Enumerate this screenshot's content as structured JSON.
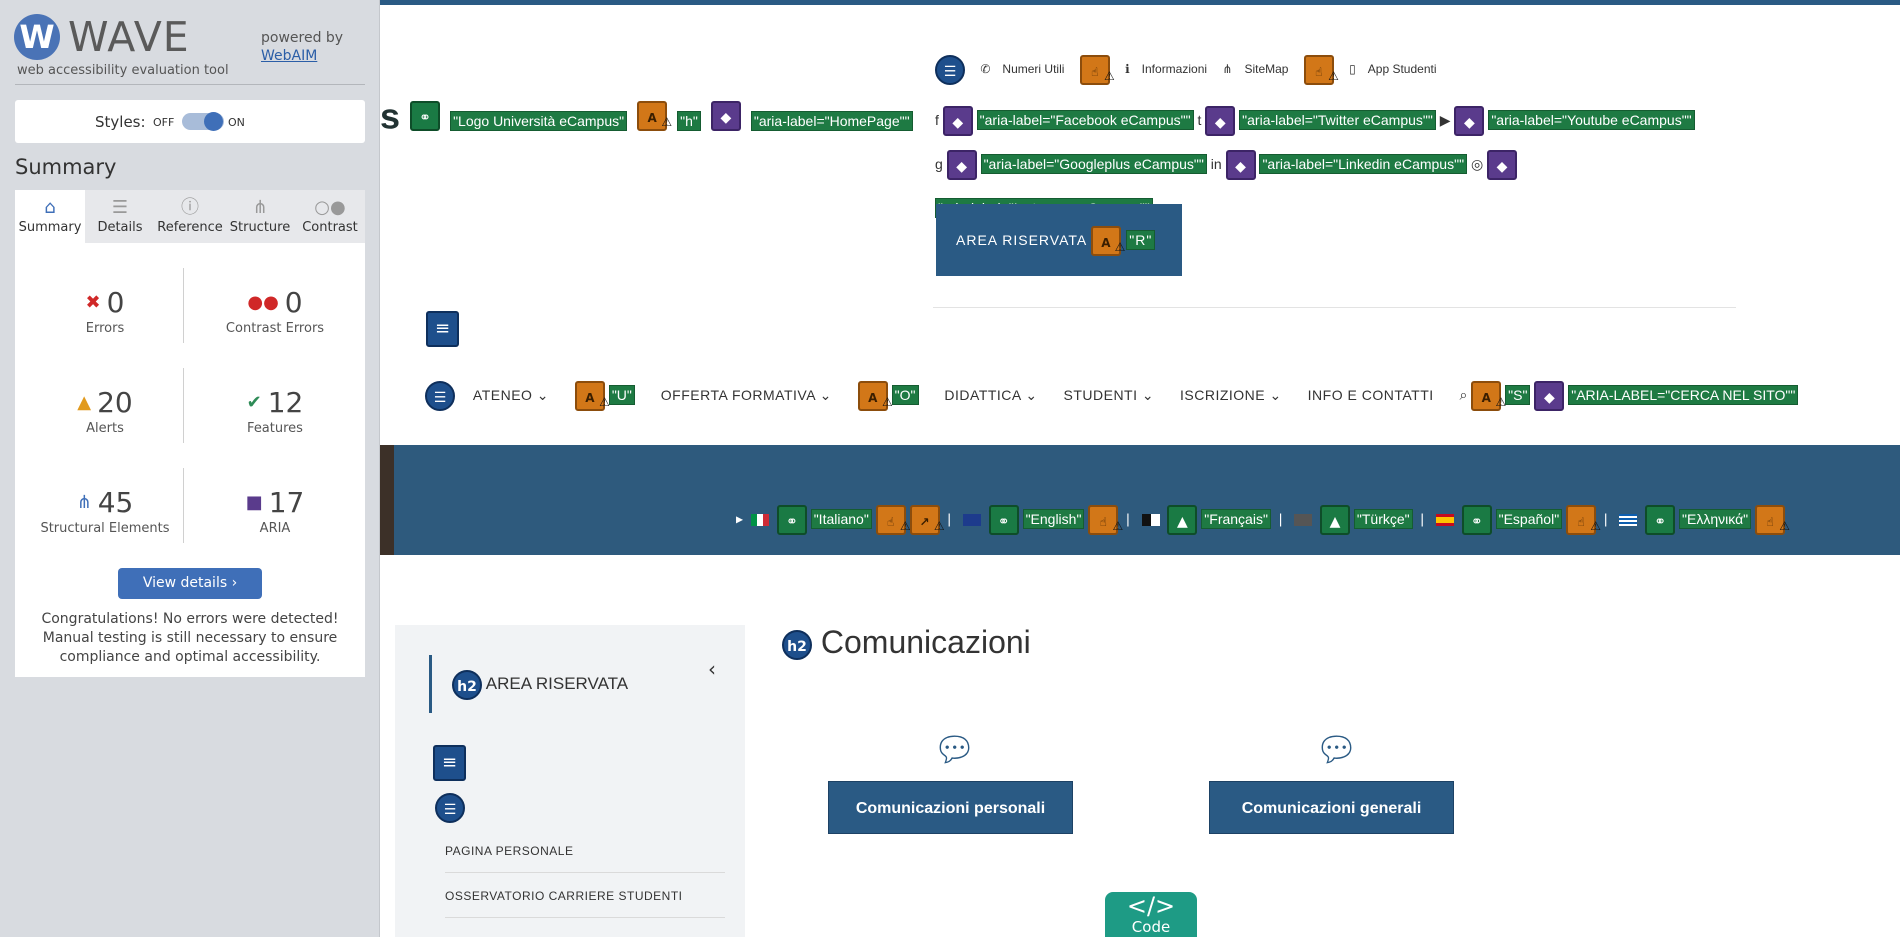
{
  "wave": {
    "name": "WAVE",
    "subtitle": "web accessibility evaluation tool",
    "powered_by": "powered by",
    "webaim_link": "WebAIM",
    "styles_label": "Styles:",
    "styles_off": "OFF",
    "styles_on": "ON",
    "summary_title": "Summary",
    "tabs": [
      {
        "label": "Summary",
        "icon": "home-icon"
      },
      {
        "label": "Details",
        "icon": "list-icon"
      },
      {
        "label": "Reference",
        "icon": "info-icon"
      },
      {
        "label": "Structure",
        "icon": "structure-icon"
      },
      {
        "label": "Contrast",
        "icon": "contrast-icon"
      }
    ],
    "stats": {
      "errors": {
        "value": "0",
        "label": "Errors"
      },
      "contrast_errors": {
        "value": "0",
        "label": "Contrast Errors"
      },
      "alerts": {
        "value": "20",
        "label": "Alerts"
      },
      "features": {
        "value": "12",
        "label": "Features"
      },
      "structural": {
        "value": "45",
        "label": "Structural Elements"
      },
      "aria": {
        "value": "17",
        "label": "ARIA"
      }
    },
    "view_details": "View details ›",
    "congrats": "Congratulations! No errors were detected! Manual testing is still necessary to ensure compliance and optimal accessibility."
  },
  "site": {
    "logo_alt": "\"Logo Università eCampus\"",
    "h_label": "\"h\"",
    "homepage_aria": "\"aria-label=\"HomePage\"\"",
    "utility": {
      "numeri": "Numeri Utili",
      "informazioni": "Informazioni",
      "sitemap": "SiteMap",
      "app": "App Studenti"
    },
    "social": {
      "facebook": "\"aria-label=\"Facebook eCampus\"\"",
      "twitter": "\"aria-label=\"Twitter eCampus\"\"",
      "youtube": "\"aria-label=\"Youtube eCampus\"\"",
      "googleplus": "\"aria-label=\"Googleplus eCampus\"\"",
      "linkedin": "\"aria-label=\"Linkedin eCampus\"\"",
      "instagram": "\"aria-label=\"Instagram eCampus\"\""
    },
    "area_riservata_btn": "AREA RISERVATA",
    "r_label": "\"R\"",
    "nav": {
      "ateneo": "ATENEO",
      "u_label": "\"U\"",
      "offerta": "OFFERTA FORMATIVA",
      "o_label": "\"O\"",
      "didattica": "DIDATTICA",
      "studenti": "STUDENTI",
      "iscrizione": "ISCRIZIONE",
      "info": "INFO E CONTATTI",
      "s_label": "\"S\"",
      "search_aria": "\"ARIA-LABEL=\"CERCA NEL SITO\"\""
    },
    "languages": [
      "\"Italiano\"",
      "\"English\"",
      "\"Français\"",
      "\"Türkçe\"",
      "\"Español\"",
      "\"Ελληνικά\""
    ],
    "sidebar": {
      "heading": "AREA RISERVATA",
      "items": [
        "PAGINA PERSONALE",
        "OSSERVATORIO CARRIERE STUDENTI"
      ]
    },
    "page_title": "Comunicazioni",
    "buttons": {
      "personali": "Comunicazioni personali",
      "generali": "Comunicazioni generali"
    },
    "code_badge": "Code",
    "h2_tag": "h2"
  },
  "colors": {
    "wave_blue": "#3f6fb8",
    "site_blue": "#2a5a84",
    "wave_green": "#1e7a43",
    "alert_orange": "#d27718",
    "aria_purple": "#5a3b8c"
  }
}
